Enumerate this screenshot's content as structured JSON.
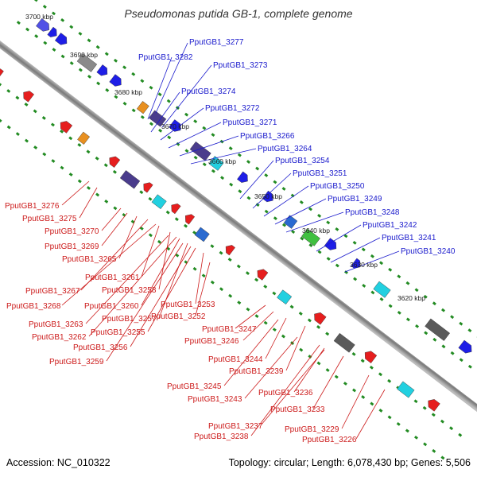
{
  "title": "Pseudomonas putida GB-1, complete genome",
  "footer": {
    "accession": "Accession: NC_010322",
    "summary": "Topology: circular; Length: 6,078,430 bp; Genes: 5,506"
  },
  "colors": {
    "forward_gene": "#1e1ee6",
    "reverse_gene": "#e61e1e",
    "label_forward": "#1a1acc",
    "label_reverse": "#cc1a1a",
    "backbone": "#8c8c8c",
    "tick": "#228b22"
  },
  "scale_labels": [
    "3700 kbp",
    "3690 kbp",
    "3680 kbp",
    "3670 kbp",
    "3660 kbp",
    "3650 kbp",
    "3640 kbp",
    "3630 kbp",
    "3620 kbp"
  ],
  "upper_labels": [
    "PputGB1_3277",
    "PputGB1_3282",
    "PputGB1_3273",
    "PputGB1_3274",
    "PputGB1_3272",
    "PputGB1_3271",
    "PputGB1_3266",
    "PputGB1_3264",
    "PputGB1_3254",
    "PputGB1_3251",
    "PputGB1_3250",
    "PputGB1_3249",
    "PputGB1_3248",
    "PputGB1_3242",
    "PputGB1_3241",
    "PputGB1_3240"
  ],
  "lower_labels": [
    "PputGB1_3276",
    "PputGB1_3275",
    "PputGB1_3270",
    "PputGB1_3269",
    "PputGB1_3265",
    "PputGB1_3261",
    "PputGB1_3267",
    "PputGB1_3258",
    "PputGB1_3268",
    "PputGB1_3260",
    "PputGB1_3253",
    "PputGB1_3257",
    "PputGB1_3252",
    "PputGB1_3263",
    "PputGB1_3255",
    "PputGB1_3262",
    "PputGB1_3256",
    "PputGB1_3259",
    "PputGB1_3247",
    "PputGB1_3246",
    "PputGB1_3244",
    "PputGB1_3239",
    "PputGB1_3245",
    "PputGB1_3236",
    "PputGB1_3243",
    "PputGB1_3233",
    "PputGB1_3237",
    "PputGB1_3229",
    "PputGB1_3238",
    "PputGB1_3226"
  ]
}
